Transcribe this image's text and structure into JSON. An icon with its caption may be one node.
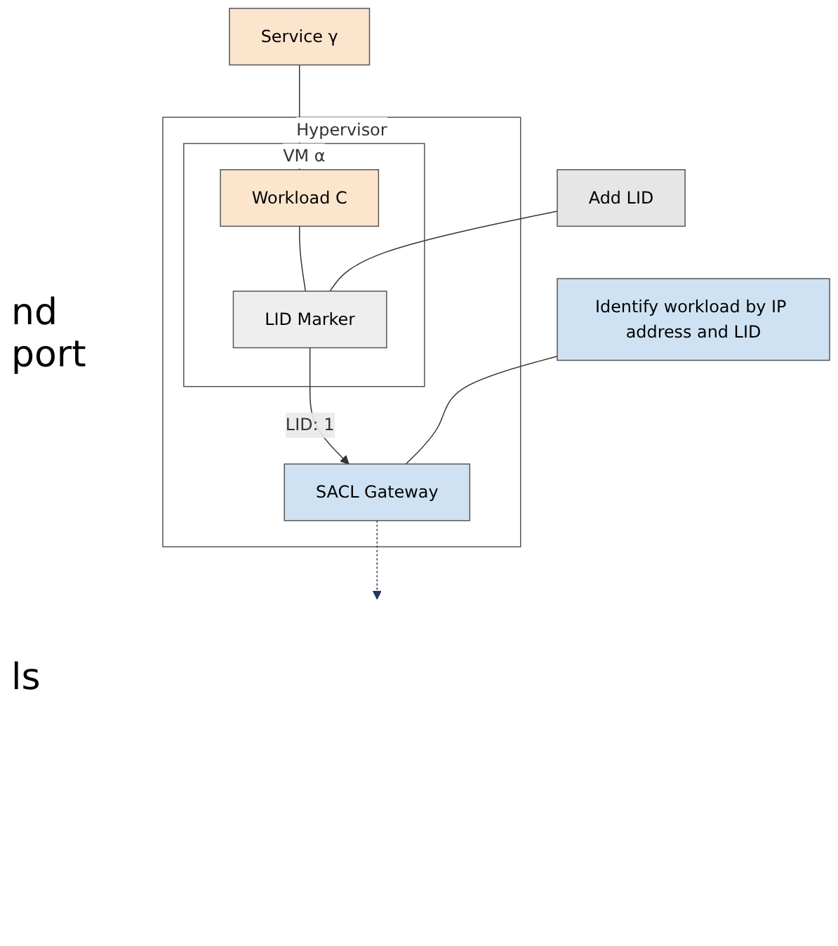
{
  "diagram": {
    "nodes": [
      {
        "text": [
          "Hypervisor"
        ]
      },
      {
        "text": [
          "VM α"
        ],
        "in": 0
      },
      {
        "text": [
          "Workload C"
        ],
        "in": 1
      },
      {
        "text": [
          "LID Marker"
        ],
        "in": 1
      },
      {
        "text": [
          "SACL Gateway"
        ],
        "in": 0
      },
      {
        "text": [
          "Service γ"
        ]
      },
      {
        "text": [
          "Add LID"
        ]
      },
      {
        "text": [
          "Identify workload by IP address and LID"
        ]
      }
    ],
    "edges": [
      {
        "from": 2,
        "to": 3,
        "arrow": "none"
      },
      {
        "from": 3,
        "to": 4,
        "arrow": "to",
        "label": "LID: 1"
      },
      {
        "from": 4,
        "to": null,
        "arrow": "to",
        "style": "dashed",
        "color": "#1f3864"
      },
      {
        "from": 5,
        "to": 2,
        "arrow": "none"
      },
      {
        "from": 6,
        "to": 3,
        "arrow": "none"
      },
      {
        "from": 7,
        "to": 4,
        "arrow": "none"
      }
    ],
    "labels": [
      "nd port",
      "ls"
    ]
  }
}
